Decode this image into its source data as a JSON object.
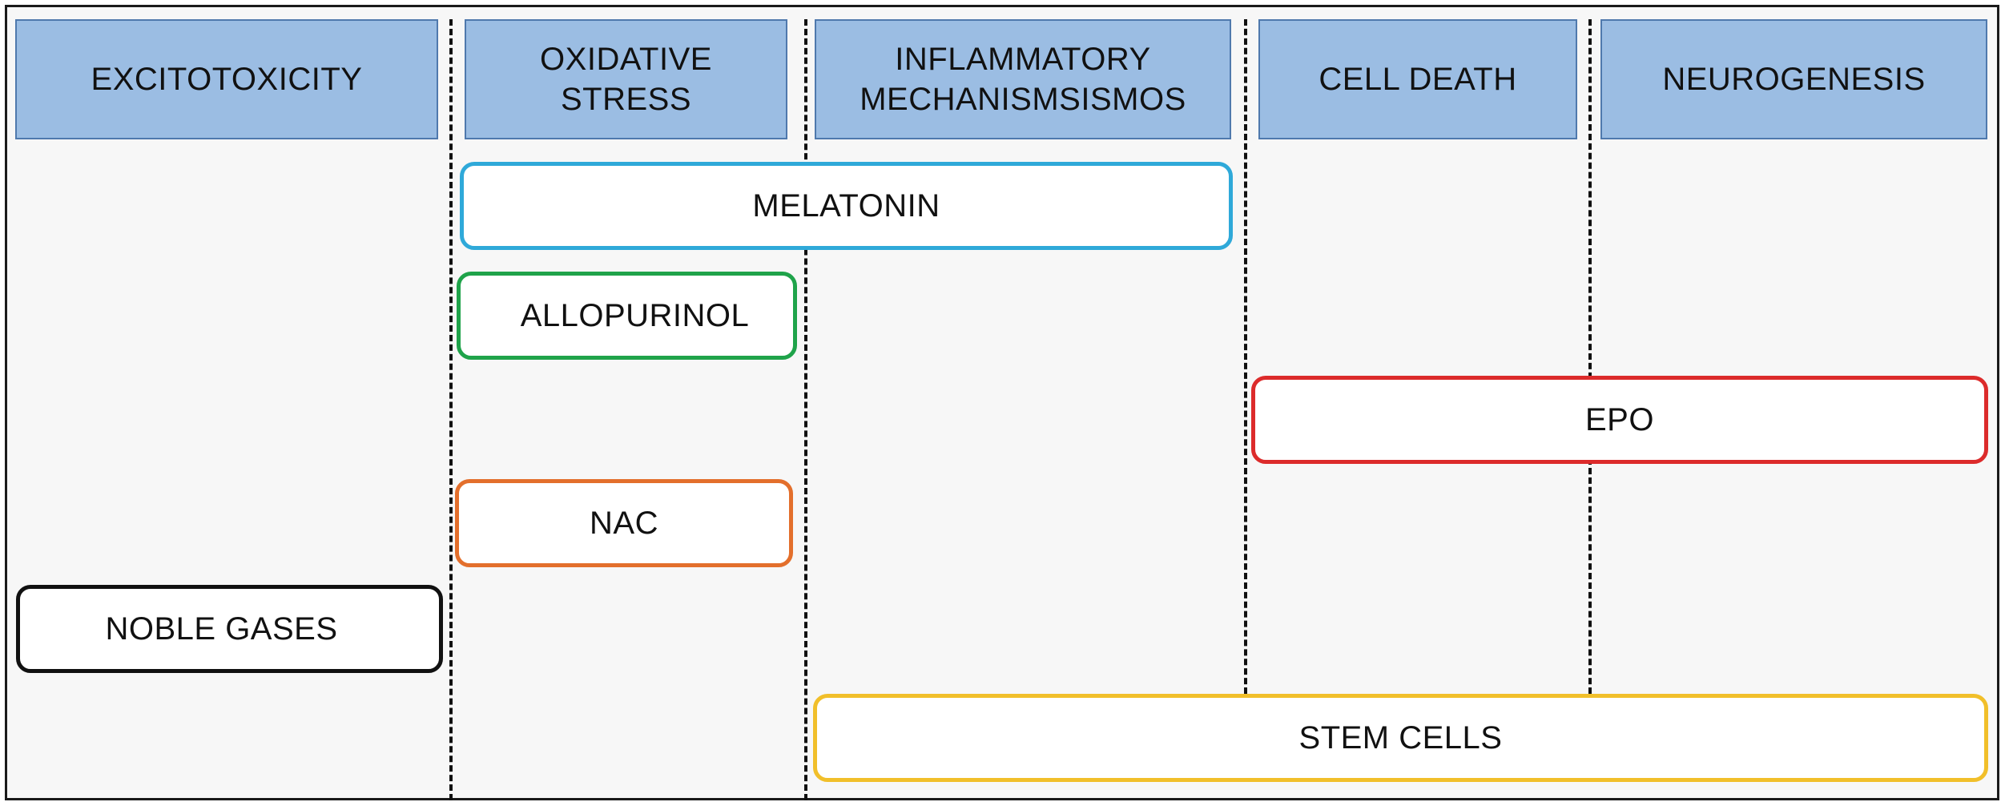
{
  "columns": [
    {
      "label": "EXCITOTOXICITY"
    },
    {
      "label": "OXIDATIVE\nSTRESS"
    },
    {
      "label": "INFLAMMATORY\nMECHANISMSISMOS"
    },
    {
      "label": "CELL DEATH"
    },
    {
      "label": "NEUROGENESIS"
    }
  ],
  "treatments": [
    {
      "label": "MELATONIN",
      "color": "#2fa9d9"
    },
    {
      "label": "ALLOPURINOL",
      "color": "#1fa34a"
    },
    {
      "label": "EPO",
      "color": "#dc2b2b"
    },
    {
      "label": "NAC",
      "color": "#e36f2c"
    },
    {
      "label": "NOBLE GASES",
      "color": "#111111"
    },
    {
      "label": "STEM CELLS",
      "color": "#f1bf2a"
    }
  ]
}
